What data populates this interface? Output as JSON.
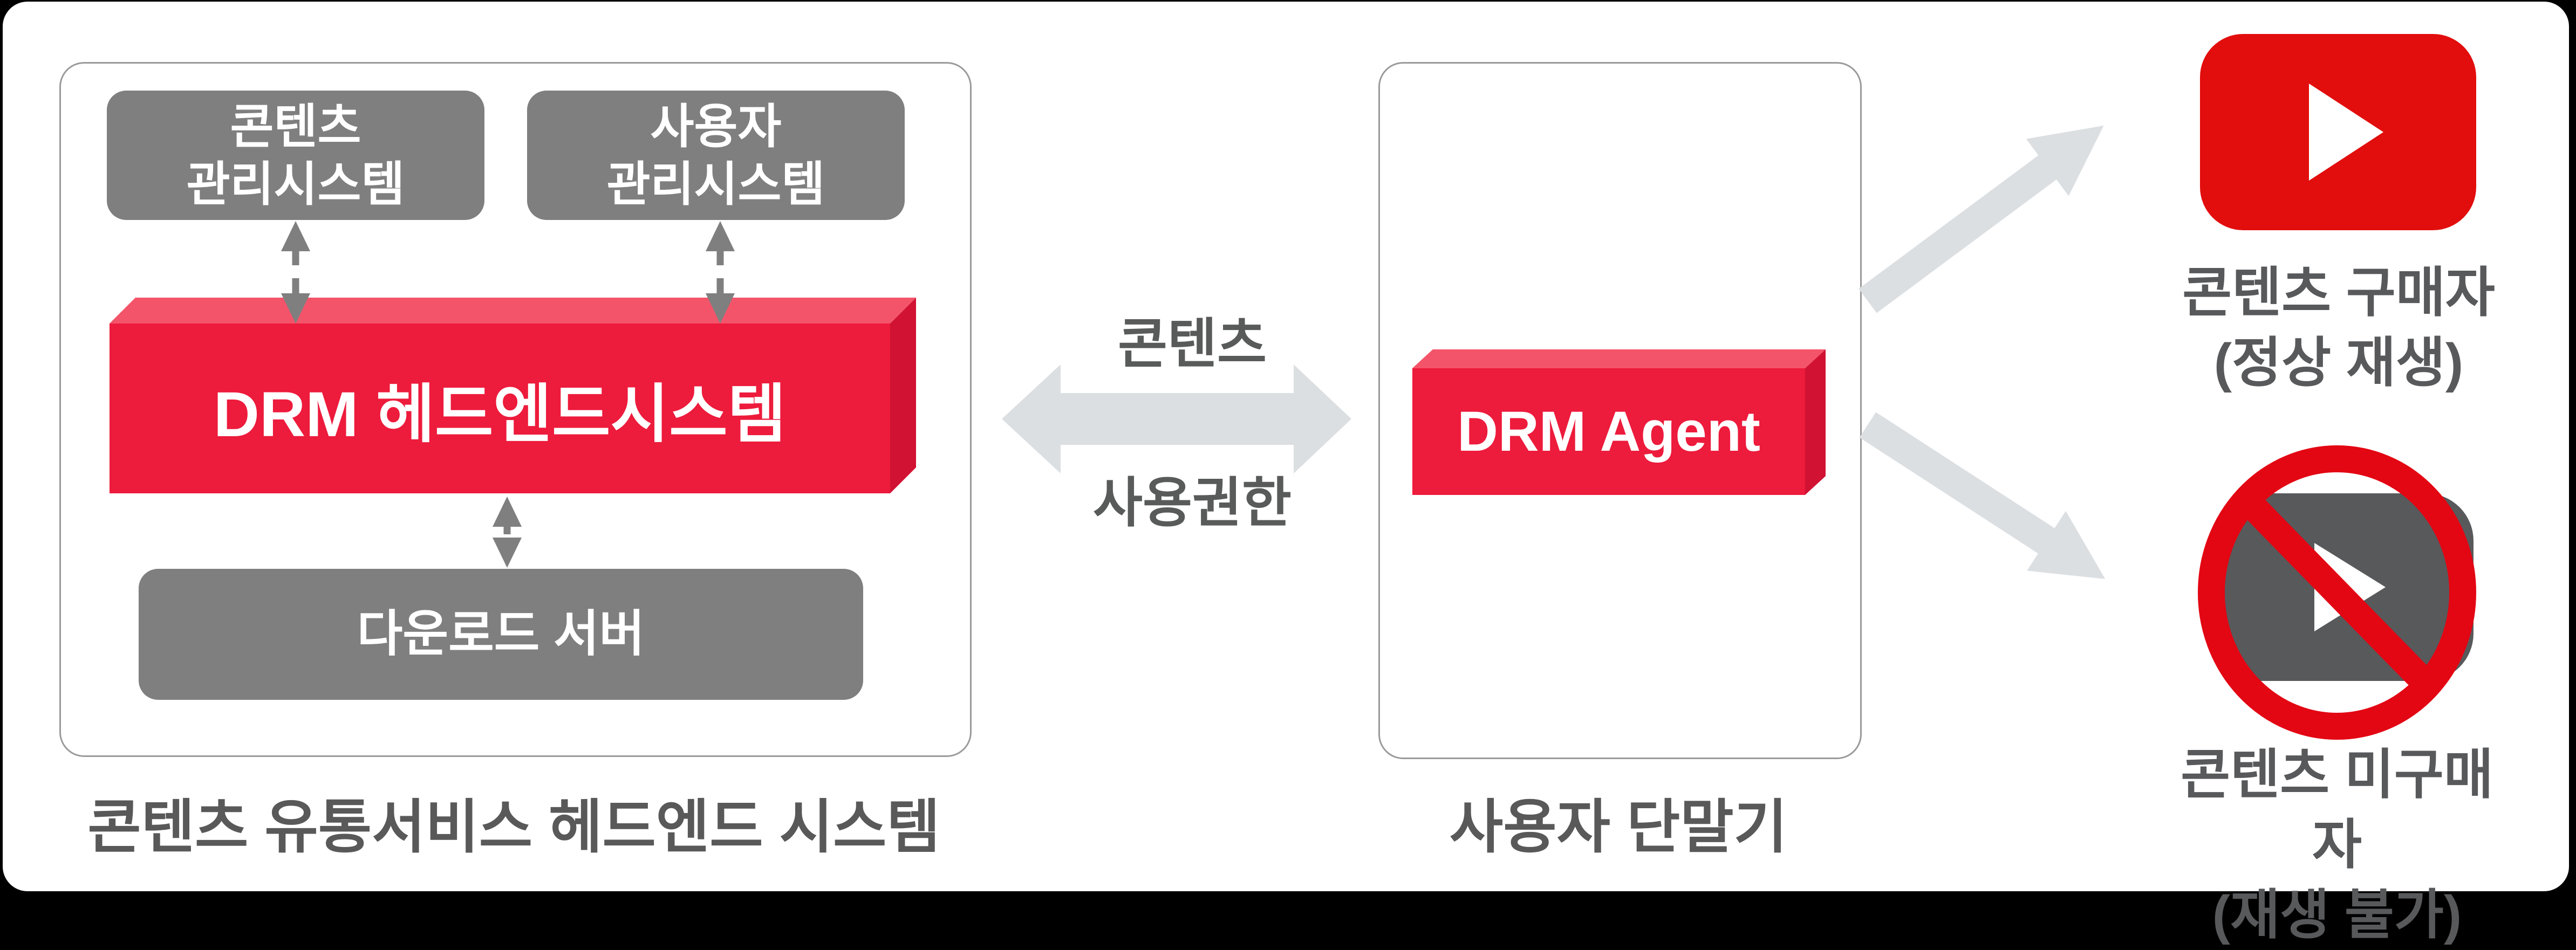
{
  "headend": {
    "caption": "콘텐츠 유통서비스 헤드엔드 시스템",
    "cms": {
      "line1": "콘텐츠",
      "line2": "관리시스템"
    },
    "ums": {
      "line1": "사용자",
      "line2": "관리시스템"
    },
    "drm_headend": "DRM 헤드엔드시스템",
    "download_server": "다운로드 서버"
  },
  "flow": {
    "top_label": "콘텐츠",
    "bottom_label": "사용권한"
  },
  "device": {
    "caption": "사용자 단말기",
    "agent": "DRM Agent"
  },
  "outcomes": {
    "purchaser": {
      "line1": "콘텐츠 구매자",
      "line2": "(정상 재생)"
    },
    "non_purchaser": {
      "line1": "콘텐츠 미구매자",
      "line2": "(재생 불가)"
    }
  },
  "colors": {
    "background": "#000000",
    "sheet": "#ffffff",
    "box_gray": "#7f7f7f",
    "red_front": "#ed1b3c",
    "red_top": "#f4546a",
    "red_side": "#d11233",
    "flow_arrow_gray": "#dbdfe2",
    "dashed_arrow_gray": "#7f7f7f",
    "label_gray": "#595959",
    "play_icon_red": "#e20d0d",
    "prohibition_red": "#e30613",
    "noplay_gray": "#58595b"
  }
}
